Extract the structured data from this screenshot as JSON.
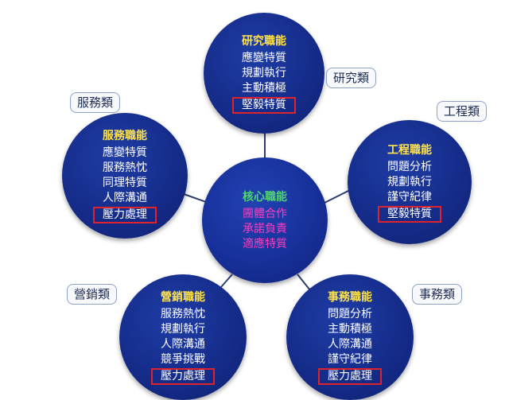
{
  "center": {
    "title": "核心職能",
    "items": [
      "團體合作",
      "承諾負責",
      "適應特質"
    ]
  },
  "nodes": {
    "research": {
      "label": "研究類",
      "title": "研究職能",
      "items": [
        "應變特質",
        "規劃執行",
        "主動積極",
        "堅毅特質"
      ]
    },
    "engineering": {
      "label": "工程類",
      "title": "工程職能",
      "items": [
        "問題分析",
        "規劃執行",
        "謹守紀律",
        "堅毅特質"
      ]
    },
    "service": {
      "label": "服務類",
      "title": "服務職能",
      "items": [
        "應變特質",
        "服務熱忱",
        "同理特質",
        "人際溝通",
        "壓力處理"
      ]
    },
    "marketing": {
      "label": "營銷類",
      "title": "營銷職能",
      "items": [
        "服務熱忱",
        "規劃執行",
        "人際溝通",
        "競爭挑戰",
        "壓力處理"
      ]
    },
    "affairs": {
      "label": "事務類",
      "title": "事務職能",
      "items": [
        "問題分析",
        "主動積極",
        "人際溝通",
        "謹守紀律",
        "壓力處理"
      ]
    }
  },
  "colors": {
    "circle_fill": "#17309a",
    "title_yellow": "#ffe24a",
    "title_green": "#4ed86a",
    "core_pink": "#ff3dbd",
    "highlight_border": "#e0232b"
  }
}
